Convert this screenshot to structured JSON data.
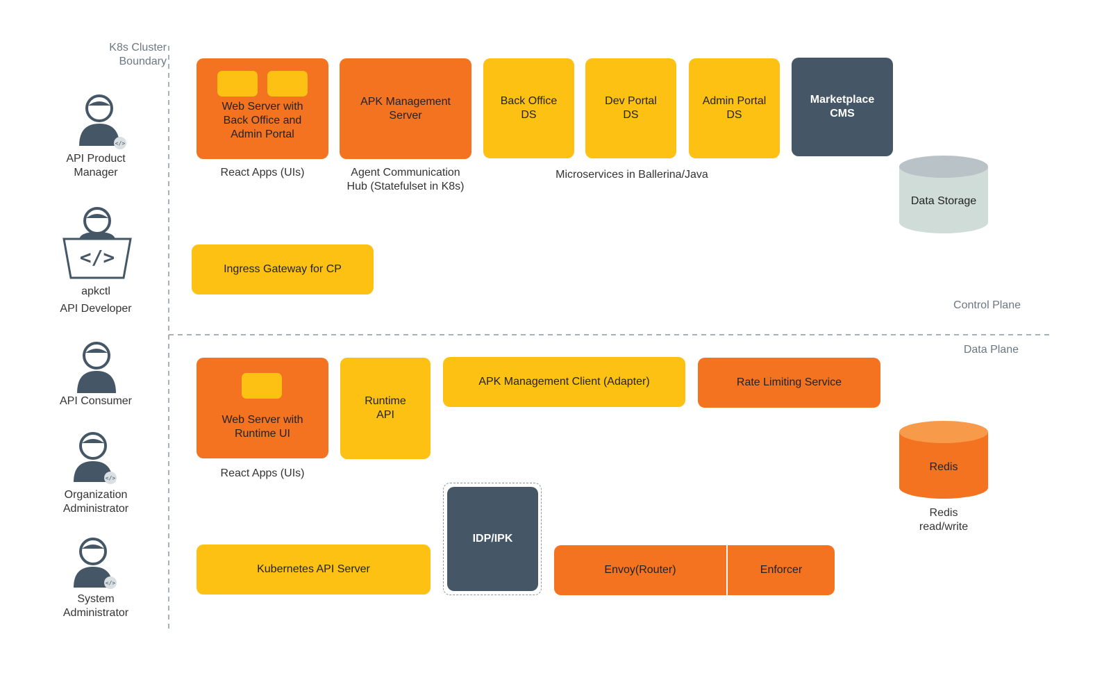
{
  "boundary": {
    "label": "K8s Cluster\nBoundary"
  },
  "actors": [
    {
      "label": "API Product\nManager"
    },
    {
      "label": "apkctl"
    },
    {
      "label": "API Developer"
    },
    {
      "label": "API Consumer"
    },
    {
      "label": "Organization\nAdministrator"
    },
    {
      "label": "System\nAdministrator"
    }
  ],
  "dev_icon": "</>",
  "control_plane": {
    "title": "Control Plane",
    "web_server": "Web Server with\nBack Office and\nAdmin Portal",
    "web_server_caption": "React Apps (UIs)",
    "apk_mgmt_server": "APK Management\nServer",
    "apk_mgmt_caption": "Agent Communication\nHub (Statefulset in K8s)",
    "back_office_ds": "Back Office\nDS",
    "dev_portal_ds": "Dev Portal\nDS",
    "admin_portal_ds": "Admin Portal\nDS",
    "microservices_caption": "Microservices in Ballerina/Java",
    "marketplace_cms": "Marketplace\nCMS",
    "data_storage": "Data Storage",
    "ingress": "Ingress Gateway for CP"
  },
  "data_plane": {
    "title": "Data Plane",
    "web_server": "Web Server with\nRuntime UI",
    "web_server_caption": "React Apps (UIs)",
    "runtime_api": "Runtime\nAPI",
    "apk_mgmt_client": "APK Management Client (Adapter)",
    "rate_limiting": "Rate Limiting Service",
    "redis": "Redis",
    "redis_caption": "Redis\nread/write",
    "k8s_api_server": "Kubernetes API Server",
    "idp": "IDP/IPK",
    "envoy": "Envoy(Router)",
    "enforcer": "Enforcer"
  },
  "colors": {
    "orange": "#f47321",
    "yellow": "#fdc114",
    "slate": "#455767",
    "storage": "#cfdcd7",
    "actor": "#455767"
  }
}
